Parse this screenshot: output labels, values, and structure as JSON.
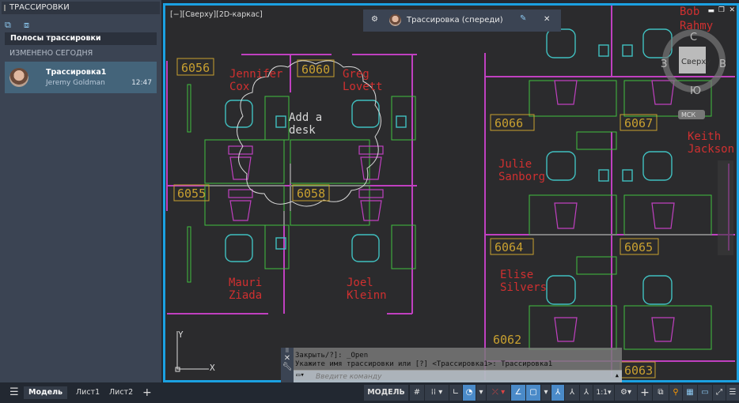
{
  "palette": {
    "title": "ТРАССИРОВКИ",
    "section": "Полосы трассировки",
    "group": "ИЗМЕНЕНО СЕГОДНЯ",
    "items": [
      {
        "name": "Трассировка1",
        "user": "Jeremy Goldman",
        "time": "12:47"
      }
    ],
    "toolbar": [
      {
        "icon": "new-trace-icon"
      },
      {
        "icon": "trace-options-icon"
      }
    ]
  },
  "viewport": {
    "label": "[−][Сверху][2D-каркас]"
  },
  "tracebar": {
    "title": "Трассировка (спереди)",
    "icons": [
      "gear-icon",
      "avatar",
      "markup-icon",
      "close-icon"
    ]
  },
  "viewcube": {
    "north": "С",
    "south": "Ю",
    "west": "З",
    "east": "В",
    "face": "Сверху",
    "ucs": "МСК"
  },
  "drawing": {
    "rooms": [
      "6056",
      "6060",
      "6055",
      "6058",
      "6066",
      "6067",
      "6064",
      "6065",
      "6063",
      "6062"
    ],
    "people": [
      [
        "Jennifer",
        "Cox"
      ],
      [
        "Greg",
        "Lovett"
      ],
      [
        "Mauri",
        "Ziada"
      ],
      [
        "Joel",
        "Kleinn"
      ],
      [
        "Julie",
        "Sanborg"
      ],
      [
        "Keith",
        "Jackson"
      ],
      [
        "Elise",
        "Silvers"
      ],
      [
        "Bob",
        "Rahmy"
      ]
    ],
    "markup": [
      "Add a",
      "desk"
    ],
    "ucs": {
      "x": "X",
      "y": "Y"
    }
  },
  "command": {
    "history": [
      "Закрыть/?]: _Open",
      "Укажите имя трассировки или [?] <Трассировка1>: Трассировка1"
    ],
    "placeholder": "Введите команду"
  },
  "layout_tabs": [
    "Модель",
    "Лист1",
    "Лист2"
  ],
  "status": {
    "model": "МОДЕЛЬ",
    "scale": "1:1"
  },
  "colors": {
    "accent": "#1ba1e2",
    "rooms": "#c8a030",
    "names": "#d03030",
    "chairs": "#40c0c0",
    "desks": "#40c040",
    "walls": "#c040c0"
  }
}
